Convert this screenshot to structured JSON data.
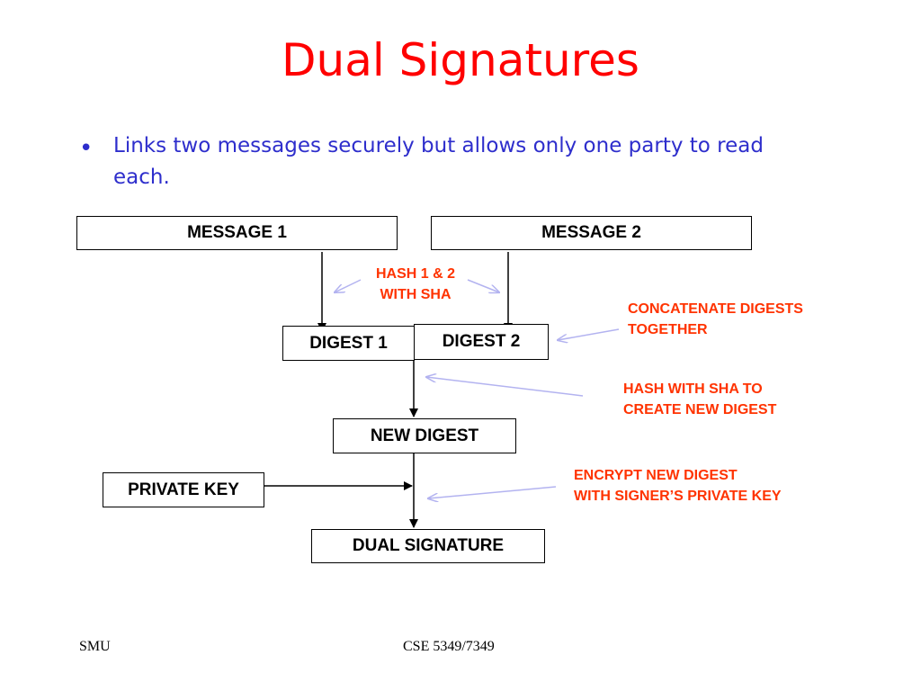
{
  "slide": {
    "title": "Dual Signatures",
    "bullet_marker": "•",
    "bullet": "Links two messages securely but allows only one party to read each."
  },
  "diagram": {
    "message1": "MESSAGE 1",
    "message2": "MESSAGE 2",
    "digest1": "DIGEST 1",
    "digest2": "DIGEST 2",
    "new_digest": "NEW DIGEST",
    "private_key": "PRIVATE KEY",
    "dual_signature": "DUAL SIGNATURE",
    "hash_note_line1": "HASH 1 & 2",
    "hash_note_line2": "WITH SHA",
    "concat_note_line1": "CONCATENATE DIGESTS",
    "concat_note_line2": "TOGETHER",
    "hash_sha_note_line1": "HASH WITH SHA TO",
    "hash_sha_note_line2": "CREATE NEW DIGEST",
    "encrypt_note_line1": "ENCRYPT NEW DIGEST",
    "encrypt_note_line2": "WITH SIGNER’S PRIVATE KEY"
  },
  "footer": {
    "left": "SMU",
    "center": "CSE 5349/7349"
  },
  "colors": {
    "title": "#ff0000",
    "bullet_text": "#2e2ecc",
    "note_text": "#ff3300",
    "callout_arrow": "#b3b3f0"
  }
}
